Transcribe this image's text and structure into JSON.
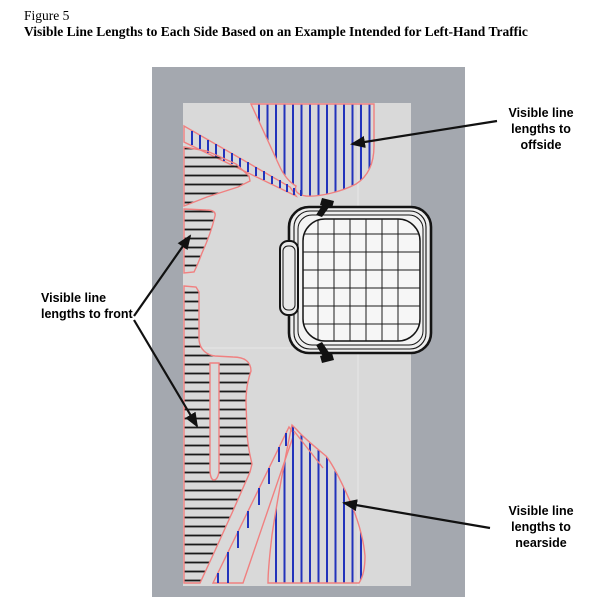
{
  "figure": {
    "label": "Figure 5",
    "title": "Visible Line Lengths to Each Side Based on an Example Intended for Left-Hand Traffic"
  },
  "annotations": {
    "offside": "Visible line lengths to offside",
    "front": "Visible line lengths to front",
    "nearside": "Visible line lengths to nearside"
  },
  "colors": {
    "road": "#a4a8af",
    "ground": "#d9d9d9",
    "outline": "#f08080",
    "blue": "#2233bb",
    "black": "#1a1a1a",
    "arrow": "#111111",
    "page": "#ffffff"
  }
}
